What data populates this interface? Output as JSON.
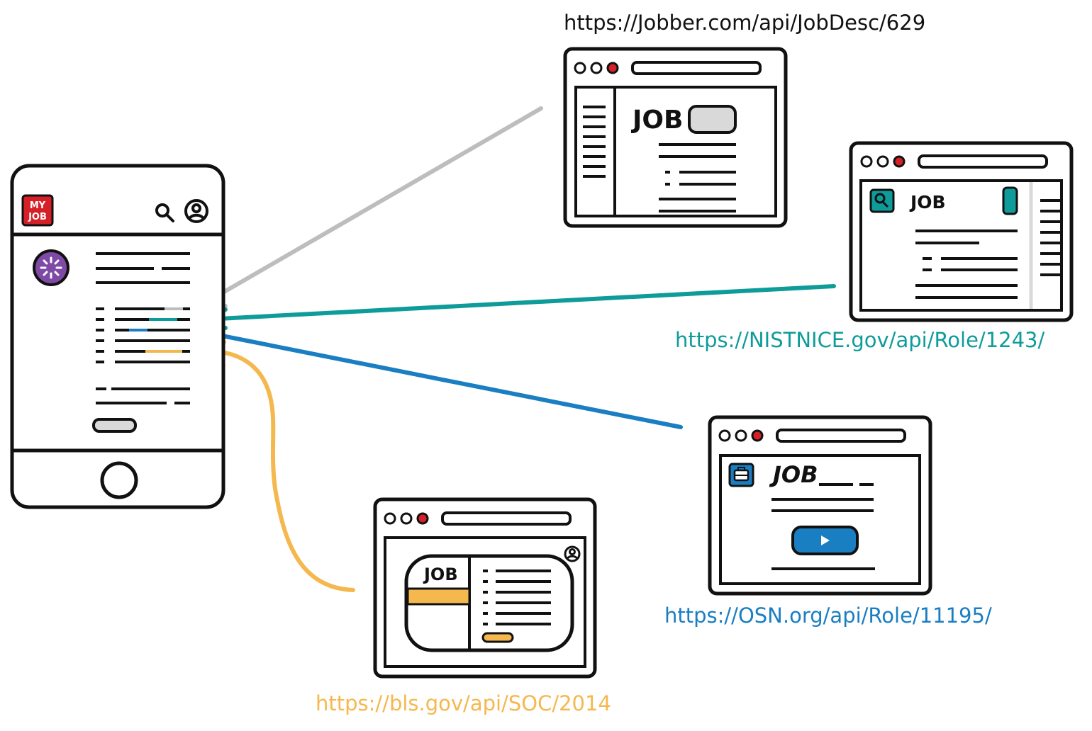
{
  "phone": {
    "logo_line1": "MY",
    "logo_line2": "JOB"
  },
  "sources": {
    "jobber": {
      "url": "https://Jobber.com/api/JobDesc/629",
      "heading": "JOB"
    },
    "nist": {
      "url": "https://NISTNICE.gov/api/Role/1243/",
      "heading": "JOB"
    },
    "osn": {
      "url": "https://OSN.org/api/Role/11195/",
      "heading": "JOB"
    },
    "bls": {
      "url": "https://bls.gov/api/SOC/2014",
      "heading": "JOB"
    }
  },
  "colors": {
    "ink": "#111111",
    "gray": "#bdbdbd",
    "light_gray": "#d9d9d9",
    "teal": "#0e9c9a",
    "blue": "#1a7ec3",
    "orange": "#f5b84f",
    "red": "#d62027",
    "purple": "#7f4aa5"
  },
  "icons": [
    "search-icon",
    "user-icon",
    "magnifier-badge-icon",
    "briefcase-icon",
    "play-icon",
    "user-circle-icon"
  ]
}
